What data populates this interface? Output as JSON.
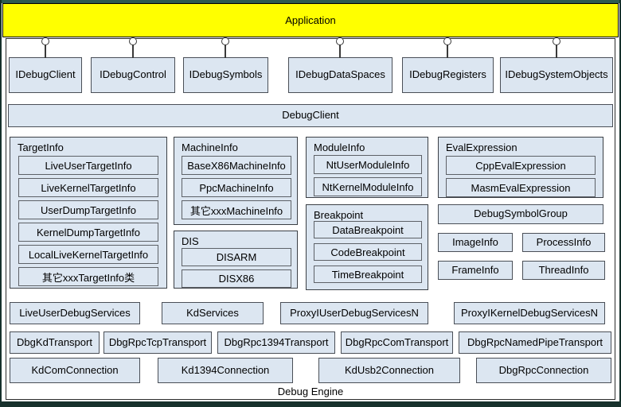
{
  "app_bar": {
    "label": "Application"
  },
  "interfaces": [
    {
      "label": "IDebugClient"
    },
    {
      "label": "IDebugControl"
    },
    {
      "label": "IDebugSymbols"
    },
    {
      "label": "IDebugDataSpaces"
    },
    {
      "label": "IDebugRegisters"
    },
    {
      "label": "IDebugSystemObjects"
    }
  ],
  "debug_client": {
    "label": "DebugClient"
  },
  "groups": {
    "target_info": {
      "title": "TargetInfo",
      "items": [
        "LiveUserTargetInfo",
        "LiveKernelTargetInfo",
        "UserDumpTargetInfo",
        "KernelDumpTargetInfo",
        "LocalLiveKernelTargetInfo",
        "其它xxxTargetInfo类"
      ]
    },
    "machine_info": {
      "title": "MachineInfo",
      "items": [
        "BaseX86MachineInfo",
        "PpcMachineInfo",
        "其它xxxMachineInfo"
      ]
    },
    "dis": {
      "title": "DIS",
      "items": [
        "DISARM",
        "DISX86"
      ]
    },
    "module_info": {
      "title": "ModuleInfo",
      "items": [
        "NtUserModuleInfo",
        "NtKernelModuleInfo"
      ]
    },
    "breakpoint": {
      "title": "Breakpoint",
      "items": [
        "DataBreakpoint",
        "CodeBreakpoint",
        "TimeBreakpoint"
      ]
    },
    "eval_expression": {
      "title": "EvalExpression",
      "items": [
        "CppEvalExpression",
        "MasmEvalExpression"
      ]
    }
  },
  "standalone": {
    "debug_symbol_group": "DebugSymbolGroup",
    "image_info": "ImageInfo",
    "process_info": "ProcessInfo",
    "frame_info": "FrameInfo",
    "thread_info": "ThreadInfo"
  },
  "services_row": [
    "LiveUserDebugServices",
    "KdServices",
    "ProxyIUserDebugServicesN",
    "ProxyIKernelDebugServicesN"
  ],
  "transports_row": [
    "DbgKdTransport",
    "DbgRpcTcpTransport",
    "DbgRpc1394Transport",
    "DbgRpcComTransport",
    "DbgRpcNamedPipeTransport"
  ],
  "connections_row": [
    "KdComConnection",
    "Kd1394Connection",
    "KdUsb2Connection",
    "DbgRpcConnection"
  ],
  "engine": {
    "label": "Debug Engine"
  },
  "colors": {
    "application_bg": "#ffff00",
    "box_bg": "#dce6f1",
    "box_border": "#4a4f57",
    "frame_border": "#2b2b2b",
    "edge_top": "#2d5b50",
    "edge_dark": "#15302b",
    "text": "#000000"
  }
}
